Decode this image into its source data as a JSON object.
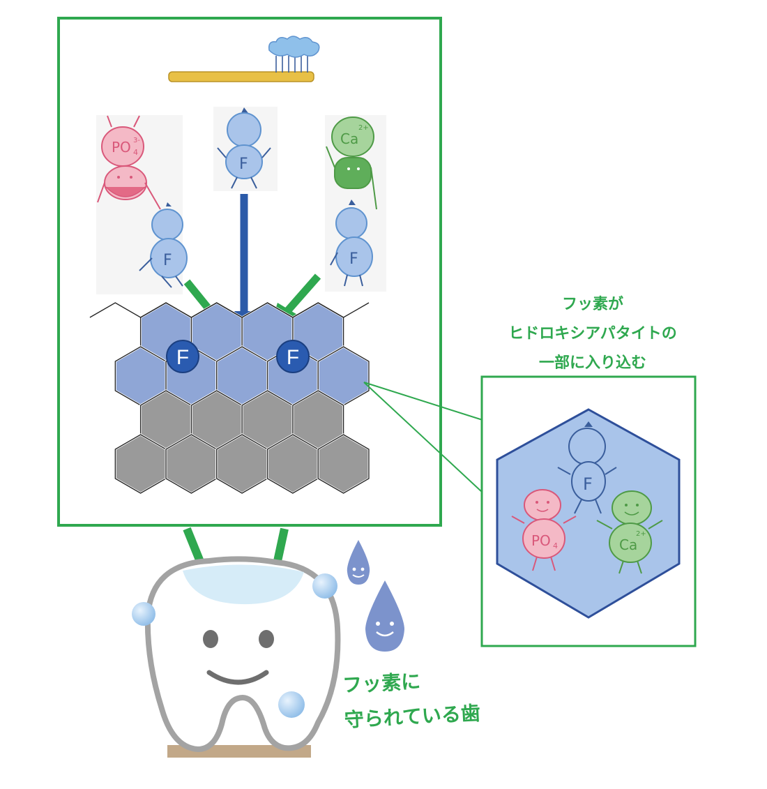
{
  "hexagon_labels": {
    "fluoride_left": "F",
    "fluoride_right": "F"
  },
  "characters": {
    "phosphate": {
      "label": "PO",
      "sub": "4",
      "sup": "3-"
    },
    "fluoride": {
      "label": "F"
    },
    "calcium": {
      "label": "Ca",
      "sup": "2+"
    }
  },
  "captions": {
    "fluoride_enters": {
      "line1": "フッ素が",
      "line2": "ヒドロキシアパタイトの",
      "line3": "一部に入り込む"
    },
    "protected_tooth": {
      "line1": "フッ素に",
      "line2": "守られている歯"
    }
  },
  "colors": {
    "frame_green": "#2fa84f",
    "arrow_blue": "#2b5aa8",
    "hex_blue": "#8fa6d6",
    "hex_gray": "#9a9a9a",
    "f_circle": "#2a5bb0",
    "pencil_blue": "#a9c4ea",
    "pink": "#e36a86",
    "green_char": "#5fae5a",
    "droplet": "#7c93cc",
    "bubble": "#9ec5ec",
    "tooth_outline": "#a3a3a3"
  }
}
